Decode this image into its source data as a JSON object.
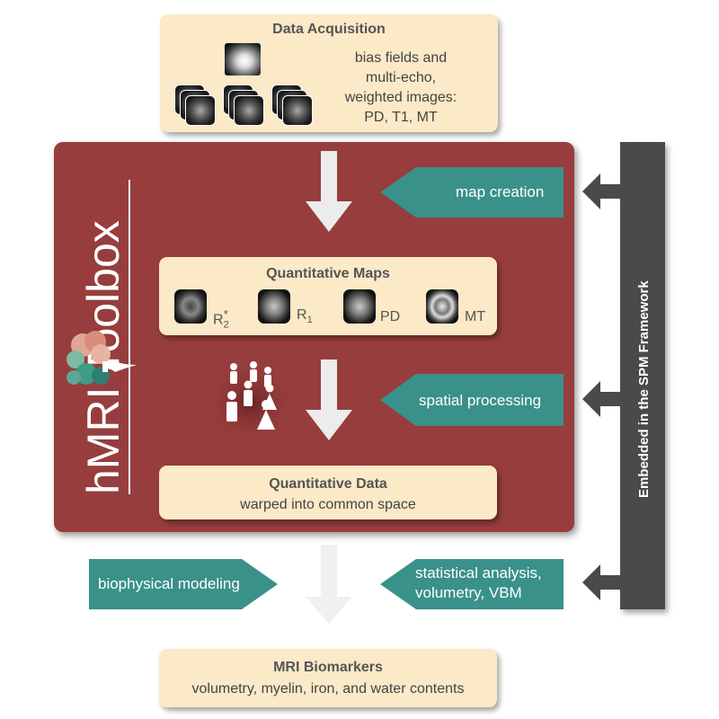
{
  "acquisition": {
    "title": "Data Acquisition",
    "lines": [
      "bias fields and",
      "multi-echo,",
      "weighted images:",
      "PD, T1, MT"
    ]
  },
  "toolbox": {
    "logo_text": "hMRI Toolbox",
    "color": "#973d3d"
  },
  "map_creation": {
    "label": "map creation"
  },
  "maps": {
    "title": "Quantitative Maps",
    "r2_label": "R",
    "r2_sub": "2",
    "r2_sup": "*",
    "r1_label": "R",
    "r1_sub": "1",
    "pd_label": "PD",
    "mt_label": "MT"
  },
  "spatial": {
    "label": "spatial processing"
  },
  "qdata": {
    "title": "Quantitative Data",
    "subtitle": "warped into common space"
  },
  "biophysical": {
    "label": "biophysical modeling"
  },
  "statistical": {
    "lines": [
      "statistical analysis,",
      "volumetry, VBM"
    ]
  },
  "framework": {
    "label": "Embedded in the SPM Framework"
  },
  "biomarkers": {
    "title": "MRI Biomarkers",
    "subtitle": "volumetry, myelin, iron, and water contents"
  },
  "colors": {
    "teal": "#3a9189",
    "maroon": "#973d3d",
    "cream": "#fbe9c7",
    "dark": "#4a4a4a"
  }
}
